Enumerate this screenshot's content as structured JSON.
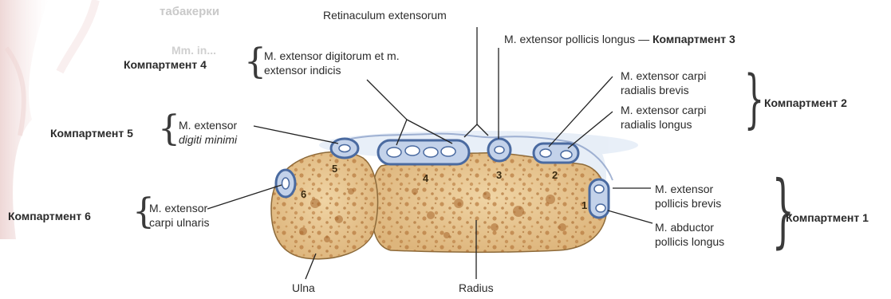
{
  "faded_text": {
    "top": "табакерки",
    "middle": "Mm. in..."
  },
  "labels": {
    "retinaculum": "Retinaculum extensorum",
    "epl": "M. extensor pollicis longus —",
    "comp3": "Компартмент 3",
    "comp4": "Компартмент 4",
    "edc_line1": "M. extensor digitorum et m.",
    "edc_line2": "extensor indicis",
    "ecrb_line1": "M. extensor carpi",
    "ecrb_line2": "radialis brevis",
    "ecrl_line1": "M. extensor carpi",
    "ecrl_line2": "radialis longus",
    "comp2": "Компартмент 2",
    "comp5": "Компартмент 5",
    "edm_line1": "M. extensor",
    "edm_line2": "digiti minimi",
    "comp6": "Компартмент 6",
    "ecu_line1": "M. extensor",
    "ecu_line2": "carpi ulnaris",
    "epb_line1": "M. extensor",
    "epb_line2": "pollicis brevis",
    "apl_line1": "M. abductor",
    "apl_line2": "pollicis longus",
    "comp1": "Компартмент 1",
    "ulna": "Ulna",
    "radius": "Radius"
  },
  "compartment_numbers": [
    "1",
    "2",
    "3",
    "4",
    "5",
    "6"
  ],
  "colors": {
    "bone": "#e8c896",
    "bone_pore": "#b8783c",
    "sheath": "#4a6aa0",
    "sheath_fill": "#c3d2ea",
    "tendon": "#ffffff",
    "background_tissue": "#d8a0a0"
  }
}
